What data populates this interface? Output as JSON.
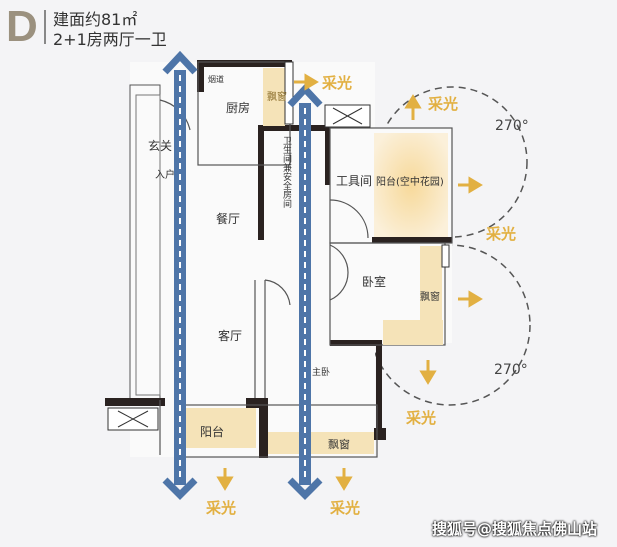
{
  "header": {
    "unit_letter": "D",
    "area": "建面约81㎡",
    "layout": "2+1房两厅一卫"
  },
  "rooms": {
    "kitchen": "厨房",
    "kitchen_bay": "飘窗",
    "flue": "烟道",
    "entrance_cabinet": "玄关",
    "entrance": "入户",
    "bathroom": "卫生间兼安全房间",
    "dining": "餐厅",
    "living": "客厅",
    "tool_room": "工具间",
    "sky_garden": "阳台(空中花园)",
    "bedroom": "卧室",
    "bedroom_bay": "飘窗",
    "balcony": "阳台",
    "master_bay": "飘窗",
    "master": "主卧"
  },
  "annotations": {
    "light": "采光",
    "angle_1": "270°",
    "angle_2": "270°"
  },
  "colors": {
    "arrow_blue": "#4e75a8",
    "light_yellow": "#e2b042",
    "bay_beige": "#f5e3b8",
    "wall": "#2a2220"
  },
  "watermark": "搜狐号@搜狐焦点佛山站"
}
